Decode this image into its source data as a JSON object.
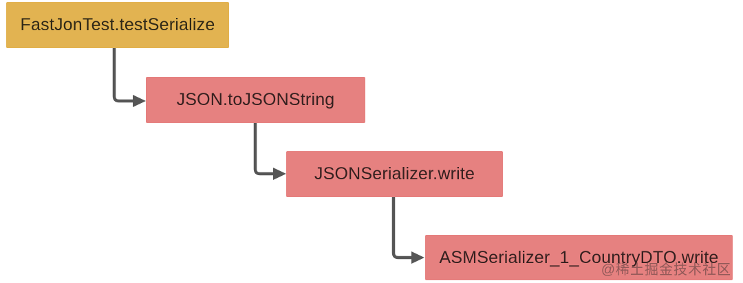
{
  "diagram": {
    "type": "call-flow",
    "background": "#ffffff",
    "arrow_color": "#565656",
    "nodes": [
      {
        "id": "node-1",
        "label": "FastJonTest.testSerialize",
        "color": "#e2b351",
        "role": "entry"
      },
      {
        "id": "node-2",
        "label": "JSON.toJSONString",
        "color": "#e68180",
        "role": "call"
      },
      {
        "id": "node-3",
        "label": "JSONSerializer.write",
        "color": "#e68180",
        "role": "call"
      },
      {
        "id": "node-4",
        "label": "ASMSerializer_1_CountryDTO.write",
        "color": "#e68180",
        "role": "call"
      }
    ],
    "edges": [
      {
        "from": "FastJonTest.testSerialize",
        "to": "JSON.toJSONString"
      },
      {
        "from": "JSON.toJSONString",
        "to": "JSONSerializer.write"
      },
      {
        "from": "JSONSerializer.write",
        "to": "ASMSerializer_1_CountryDTO.write"
      }
    ]
  },
  "watermark": {
    "text": "@稀土掘金技术社区"
  }
}
